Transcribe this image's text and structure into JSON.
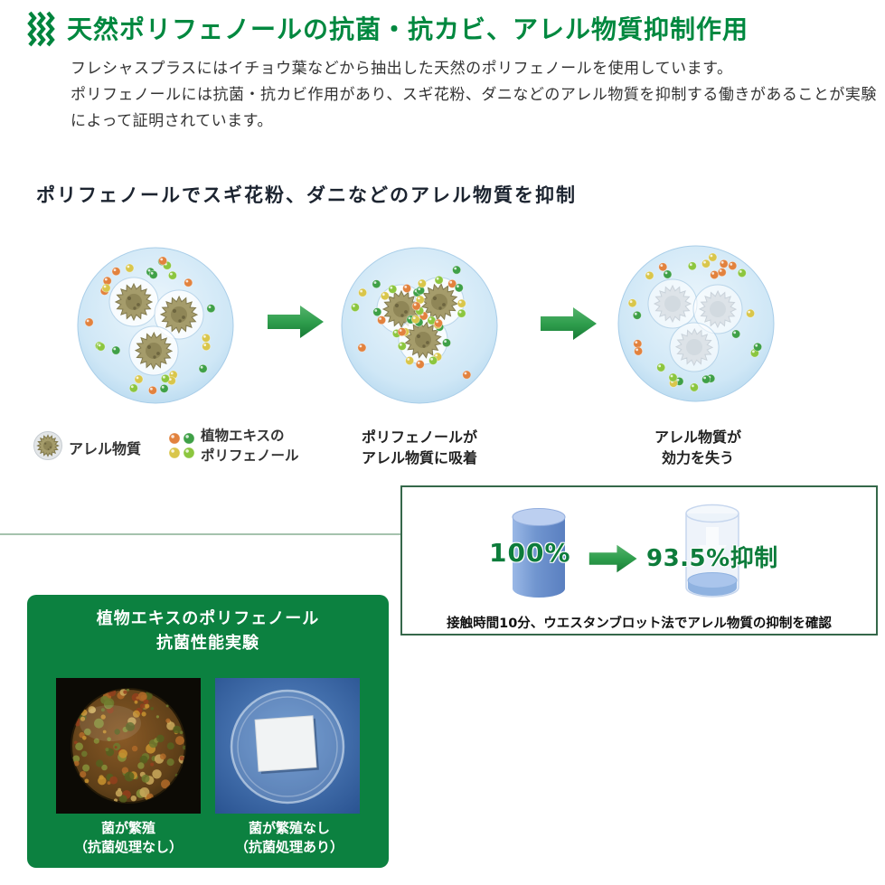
{
  "colors": {
    "brand_green": "#00883f",
    "experiment_box_green": "#0c8140",
    "arrow_green": "#2f9e4d",
    "bubble_blue": "#cfe7f6",
    "cylinder_blue": "#7095cf",
    "dot_orange": "#e2823e",
    "dot_green": "#3fa047",
    "dot_yellow": "#d9c64b",
    "dot_lightgreen": "#8cc63f"
  },
  "header": {
    "title": "天然ポリフェノールの抗菌・抗カビ、アレル物質抑制作用"
  },
  "intro": {
    "text": "フレシャスプラスにはイチョウ葉などから抽出した天然のポリフェノールを使用しています。\nポリフェノールには抗菌・抗カビ作用があり、スギ花粉、ダニなどのアレル物質を抑制する働きがあることが実験によって証明されています。"
  },
  "diagram": {
    "subtitle": "ポリフェノールでスギ花粉、ダニなどのアレル物質を抑制",
    "legend_allergen": "アレル物質",
    "legend_polyphenol": "植物エキスの\nポリフェノール",
    "step2_caption": "ポリフェノールが\nアレル物質に吸着",
    "step3_caption": "アレル物質が\n効力を失う"
  },
  "stats": {
    "before": "100%",
    "after": "93.5%抑制",
    "note": "接触時間10分、ウエスタンブロット法でアレル物質の抑制を確認"
  },
  "experiment": {
    "title": "植物エキスのポリフェノール\n抗菌性能実験",
    "left_caption": "菌が繁殖\n（抗菌処理なし）",
    "right_caption": "菌が繁殖なし\n（抗菌処理あり）"
  }
}
